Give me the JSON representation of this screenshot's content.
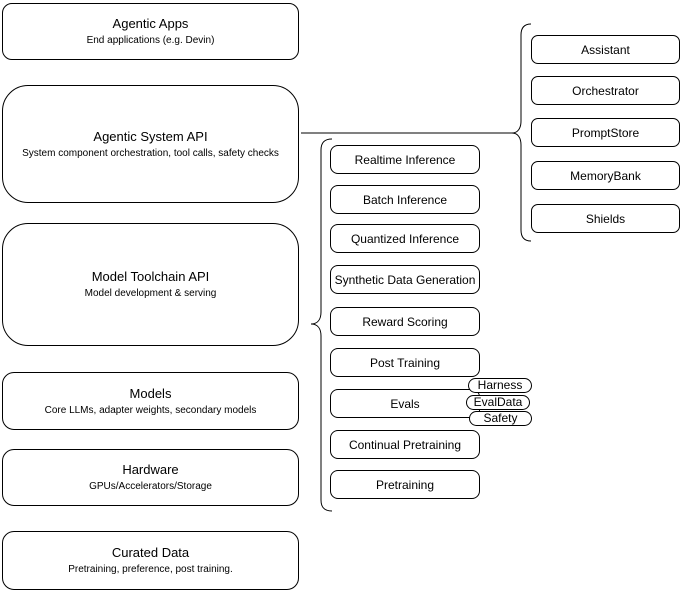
{
  "diagram": {
    "left_stack": [
      {
        "title": "Agentic Apps",
        "subtitle": "End applications (e.g. Devin)"
      },
      {
        "title": "Agentic System API",
        "subtitle": "System component orchestration, tool calls, safety checks"
      },
      {
        "title": "Model Toolchain API",
        "subtitle": "Model development & serving"
      },
      {
        "title": "Models",
        "subtitle": "Core LLMs, adapter weights, secondary models"
      },
      {
        "title": "Hardware",
        "subtitle": "GPUs/Accelerators/Storage"
      },
      {
        "title": "Curated Data",
        "subtitle": "Pretraining, preference, post training."
      }
    ],
    "toolchain_items": [
      "Realtime Inference",
      "Batch Inference",
      "Quantized Inference",
      "Synthetic Data Generation",
      "Reward Scoring",
      "Post Training",
      "Evals",
      "Continual Pretraining",
      "Pretraining"
    ],
    "eval_tags": [
      "Harness",
      "EvalData",
      "Safety"
    ],
    "system_components": [
      "Assistant",
      "Orchestrator",
      "PromptStore",
      "MemoryBank",
      "Shields"
    ],
    "colors": {
      "stroke": "#000000",
      "fill": "#ffffff",
      "text": "#000000"
    }
  }
}
